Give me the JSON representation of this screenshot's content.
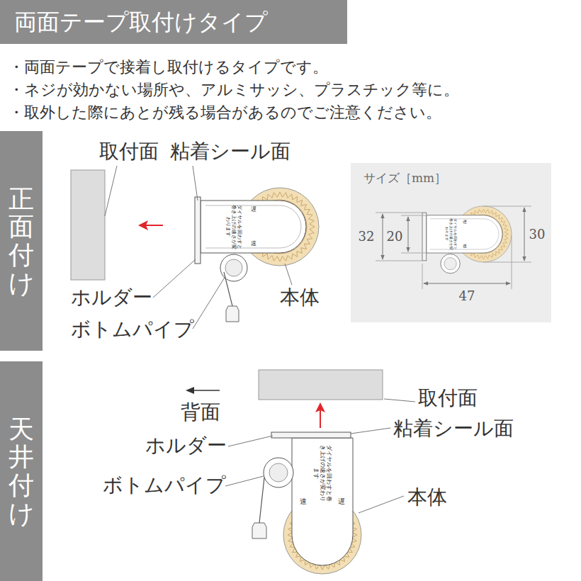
{
  "diagram": {
    "title": "両面テープ取付けタイプ",
    "nodes": [
      {
        "text": [
          "正面付け"
        ]
      },
      {
        "text": [
          "天井付け"
        ]
      },
      {
        "text": [
          "サイズ［mm］"
        ]
      }
    ],
    "labels": [
      "・両面テープで接着し取付けるタイプです。",
      "・ネジが効かない場所や、アルミサッシ、プラスチック等に。",
      "・取外した際にあとが残る場合があるのでご注意ください。",
      "取付面",
      "粘着シール面",
      "ホルダー",
      "ボトムパイプ",
      "本体",
      "ダイヤルを回わすと巻き上げの速さが変わります",
      "遅",
      "速",
      "ダイヤルを回わすと巻き上げの速さが変わります",
      "遅",
      "速",
      "32",
      "20",
      "30",
      "47",
      "背面",
      "取付面",
      "粘着シール面",
      "ホルダー",
      "ボトムパイプ",
      "本体",
      "ダイヤルを回わすと巻き上げの速さが変わります",
      "速",
      "遅"
    ]
  }
}
